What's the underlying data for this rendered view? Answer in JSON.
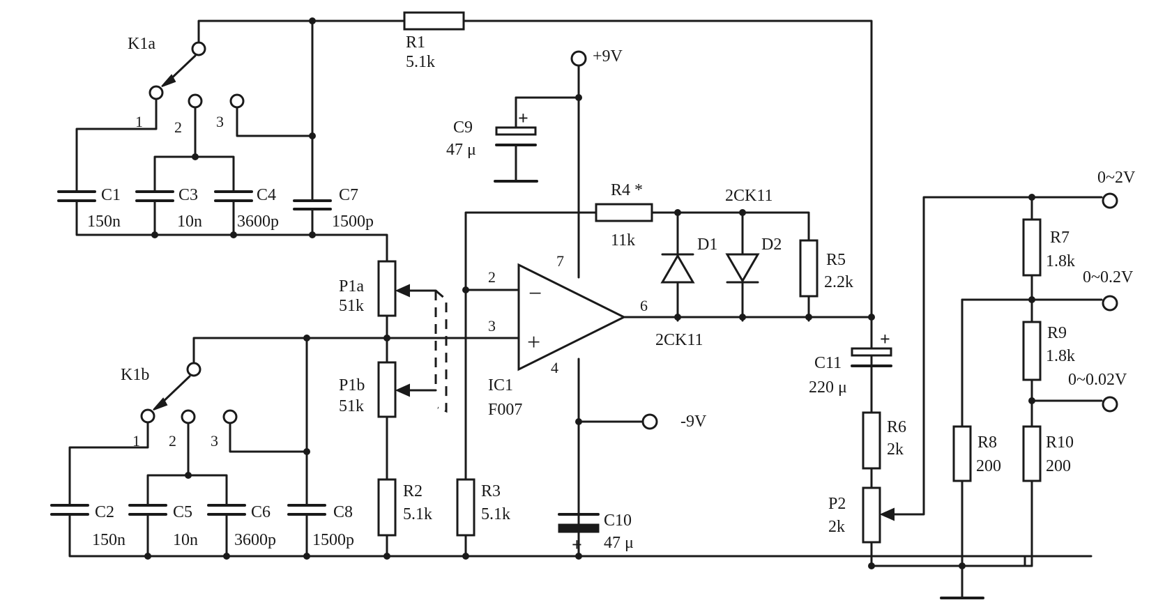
{
  "components": {
    "R1": {
      "name": "R1",
      "value": "5.1k"
    },
    "R2": {
      "name": "R2",
      "value": "5.1k"
    },
    "R3": {
      "name": "R3",
      "value": "5.1k"
    },
    "R4": {
      "name": "R4 *",
      "value": "11k"
    },
    "R5": {
      "name": "R5",
      "value": "2.2k"
    },
    "R6": {
      "name": "R6",
      "value": "2k"
    },
    "R7": {
      "name": "R7",
      "value": "1.8k"
    },
    "R8": {
      "name": "R8",
      "value": "200"
    },
    "R9": {
      "name": "R9",
      "value": "1.8k"
    },
    "R10": {
      "name": "R10",
      "value": "200"
    },
    "P1a": {
      "name": "P1a",
      "value": "51k"
    },
    "P1b": {
      "name": "P1b",
      "value": "51k"
    },
    "P2": {
      "name": "P2",
      "value": "2k"
    },
    "C1": {
      "name": "C1",
      "value": "150n"
    },
    "C2": {
      "name": "C2",
      "value": "150n"
    },
    "C3": {
      "name": "C3",
      "value": "10n"
    },
    "C4": {
      "name": "C4",
      "value": "3600p"
    },
    "C5": {
      "name": "C5",
      "value": "10n"
    },
    "C6": {
      "name": "C6",
      "value": "3600p"
    },
    "C7": {
      "name": "C7",
      "value": "1500p"
    },
    "C8": {
      "name": "C8",
      "value": "1500p"
    },
    "C9": {
      "name": "C9",
      "value": "47 μ"
    },
    "C10": {
      "name": "C10",
      "value": "47 μ"
    },
    "C11": {
      "name": "C11",
      "value": "220 μ"
    },
    "D1": {
      "name": "D1"
    },
    "D2": {
      "name": "D2"
    },
    "diode_type_top": "2CK11",
    "diode_type_bottom": "2CK11",
    "IC1": {
      "name": "IC1",
      "part": "F007"
    },
    "K1a": {
      "name": "K1a"
    },
    "K1b": {
      "name": "K1b"
    }
  },
  "switch_positions": [
    "1",
    "2",
    "3"
  ],
  "opamp": {
    "pins": {
      "inv": "2",
      "noninv": "3",
      "out": "6",
      "vplus": "7",
      "vminus": "4"
    },
    "minus_sign": "−",
    "plus_sign": "+"
  },
  "supplies": {
    "positive": "+9V",
    "negative": "-9V"
  },
  "outputs": {
    "range1": "0~2V",
    "range2": "0~0.2V",
    "range3": "0~0.02V"
  },
  "polarity_mark": "+"
}
